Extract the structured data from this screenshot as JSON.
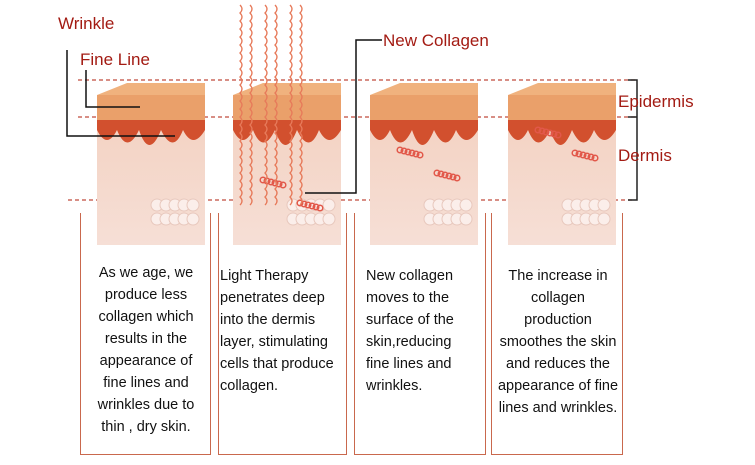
{
  "labels": {
    "wrinkle": "Wrinkle",
    "fine_line": "Fine Line",
    "new_collagen": "New Collagen",
    "epidermis": "Epidermis",
    "dermis": "Dermis"
  },
  "colors": {
    "label": "#a31b13",
    "border": "#c9684d",
    "skin_top": "#eaa06a",
    "dermis": "#f2c3b0",
    "collagen": "#e2584a"
  },
  "steps": [
    {
      "text": "As we age, we produce less collagen which results in the appearance of fine lines and wrinkles due to thin , dry skin."
    },
    {
      "text": "Light Therapy penetrates deep into the dermis layer, stimulating cells that produce collagen."
    },
    {
      "text": "New collagen moves to the surface of the skin,reducing fine lines and wrinkles."
    },
    {
      "text": "The increase in collagen production smoothes the skin and reduces the appearance of fine lines and wrinkles."
    }
  ]
}
